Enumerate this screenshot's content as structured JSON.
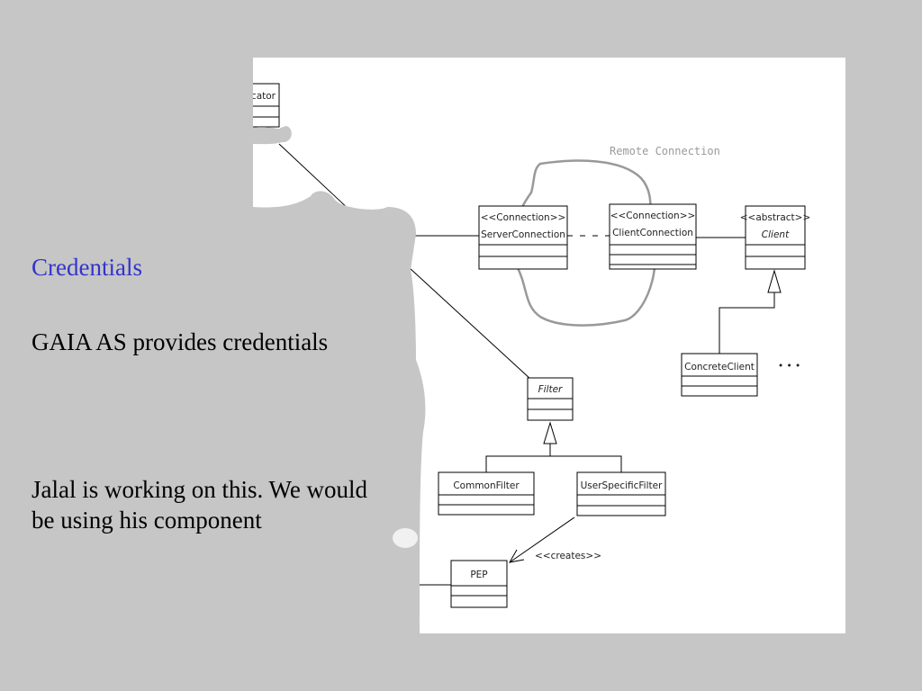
{
  "slide": {
    "heading": "Credentials",
    "paragraph1": "GAIA AS provides credentials",
    "paragraph2": "Jalal is working on this. We would be using his component",
    "heading_color": "#3333cc",
    "background_color": "#c6c6c6"
  },
  "diagram": {
    "remote_connection_label": "Remote Connection",
    "classes": {
      "top_left_partial": {
        "name": "icator"
      },
      "server_connection": {
        "stereotype": "<<Connection>>",
        "name": "ServerConnection"
      },
      "client_connection": {
        "stereotype": "<<Connection>>",
        "name": "ClientConnection"
      },
      "client": {
        "stereotype": "<<abstract>>",
        "name": "Client"
      },
      "concrete_client": {
        "name": "ConcreteClient"
      },
      "filter": {
        "name": "Filter"
      },
      "common_filter": {
        "name": "CommonFilter"
      },
      "user_specific_filter": {
        "name": "UserSpecificFilter"
      },
      "pep": {
        "name": "PEP"
      }
    },
    "creates_label": "<<creates>>",
    "ellipsis_label": "• • •"
  }
}
